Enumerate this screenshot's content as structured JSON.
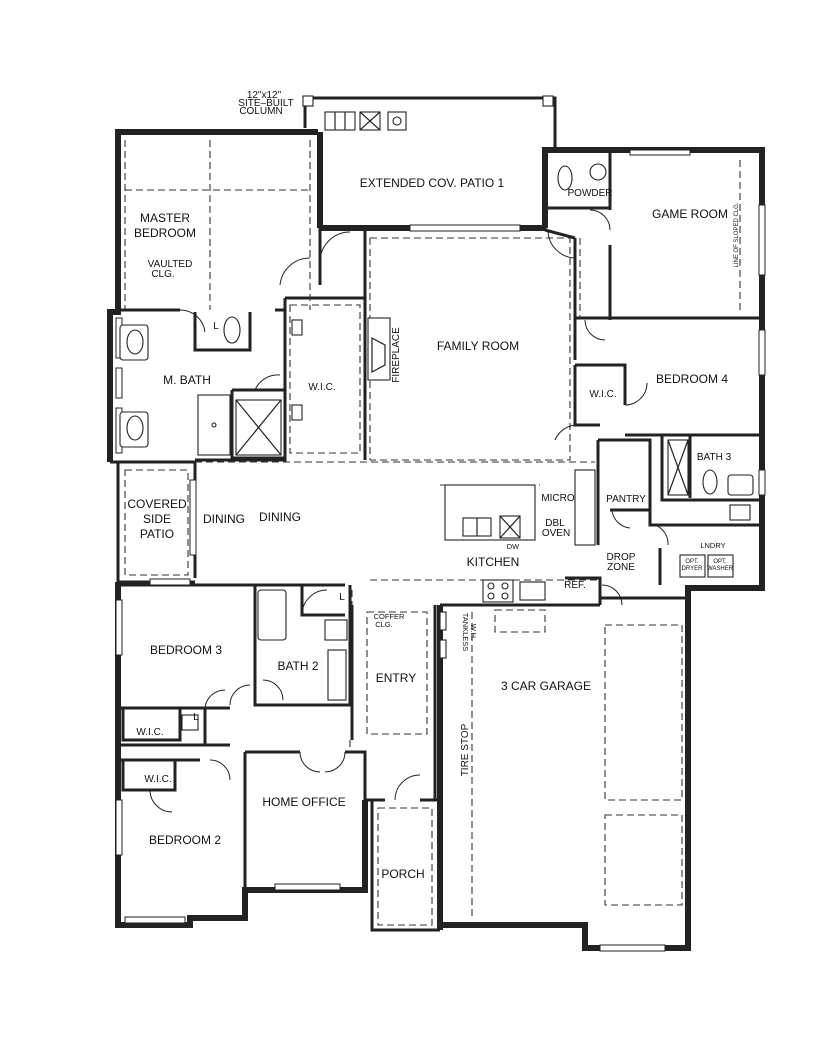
{
  "rooms": {
    "extended_patio": "EXTENDED COV. PATIO 1",
    "master_bedroom_1": "MASTER",
    "master_bedroom_2": "BEDROOM",
    "master_vaulted_1": "VAULTED",
    "master_vaulted_2": "CLG.",
    "powder": "POWDER",
    "game_room": "GAME ROOM",
    "family_room": "FAMILY ROOM",
    "fireplace": "FIREPLACE",
    "m_bath": "M. BATH",
    "master_wic": "W.I.C.",
    "bedroom4": "BEDROOM 4",
    "bedroom4_wic": "W.I.C.",
    "bath3": "BATH 3",
    "covered_side_patio_1": "COVERED",
    "covered_side_patio_2": "SIDE",
    "covered_side_patio_3": "PATIO",
    "dining_a": "DINING",
    "dining_b": "DINING",
    "micro": "MICRO",
    "dbl_oven_1": "DBL",
    "dbl_oven_2": "OVEN",
    "dw": "DW",
    "kitchen": "KITCHEN",
    "pantry": "PANTRY",
    "lndry": "LNDRY",
    "opt_dryer_1": "OPT.",
    "opt_dryer_2": "DRYER",
    "opt_washer_1": "OPT.",
    "opt_washer_2": "WASHER",
    "drop_zone_1": "DROP",
    "drop_zone_2": "ZONE",
    "ref": "REF.",
    "bedroom3": "BEDROOM 3",
    "bath2": "BATH 2",
    "coffer_1": "COFFER",
    "coffer_2": "CLG.",
    "entry": "ENTRY",
    "tankless_1": "TANKLESS",
    "tankless_2": "W.H.",
    "garage": "3 CAR GARAGE",
    "tire_stop": "TIRE STOP",
    "bedroom3_wic": "W.I.C.",
    "bedroom2_wic": "W.I.C.",
    "home_office": "HOME OFFICE",
    "bedroom2": "BEDROOM 2",
    "porch": "PORCH",
    "game_sloped": "LINE OF SLOPED CLG."
  },
  "annotations": {
    "column_1": "12\"x12\"",
    "column_2": "SITE–BUILT",
    "column_3": "COLUMN",
    "toilet_mark": "L"
  }
}
